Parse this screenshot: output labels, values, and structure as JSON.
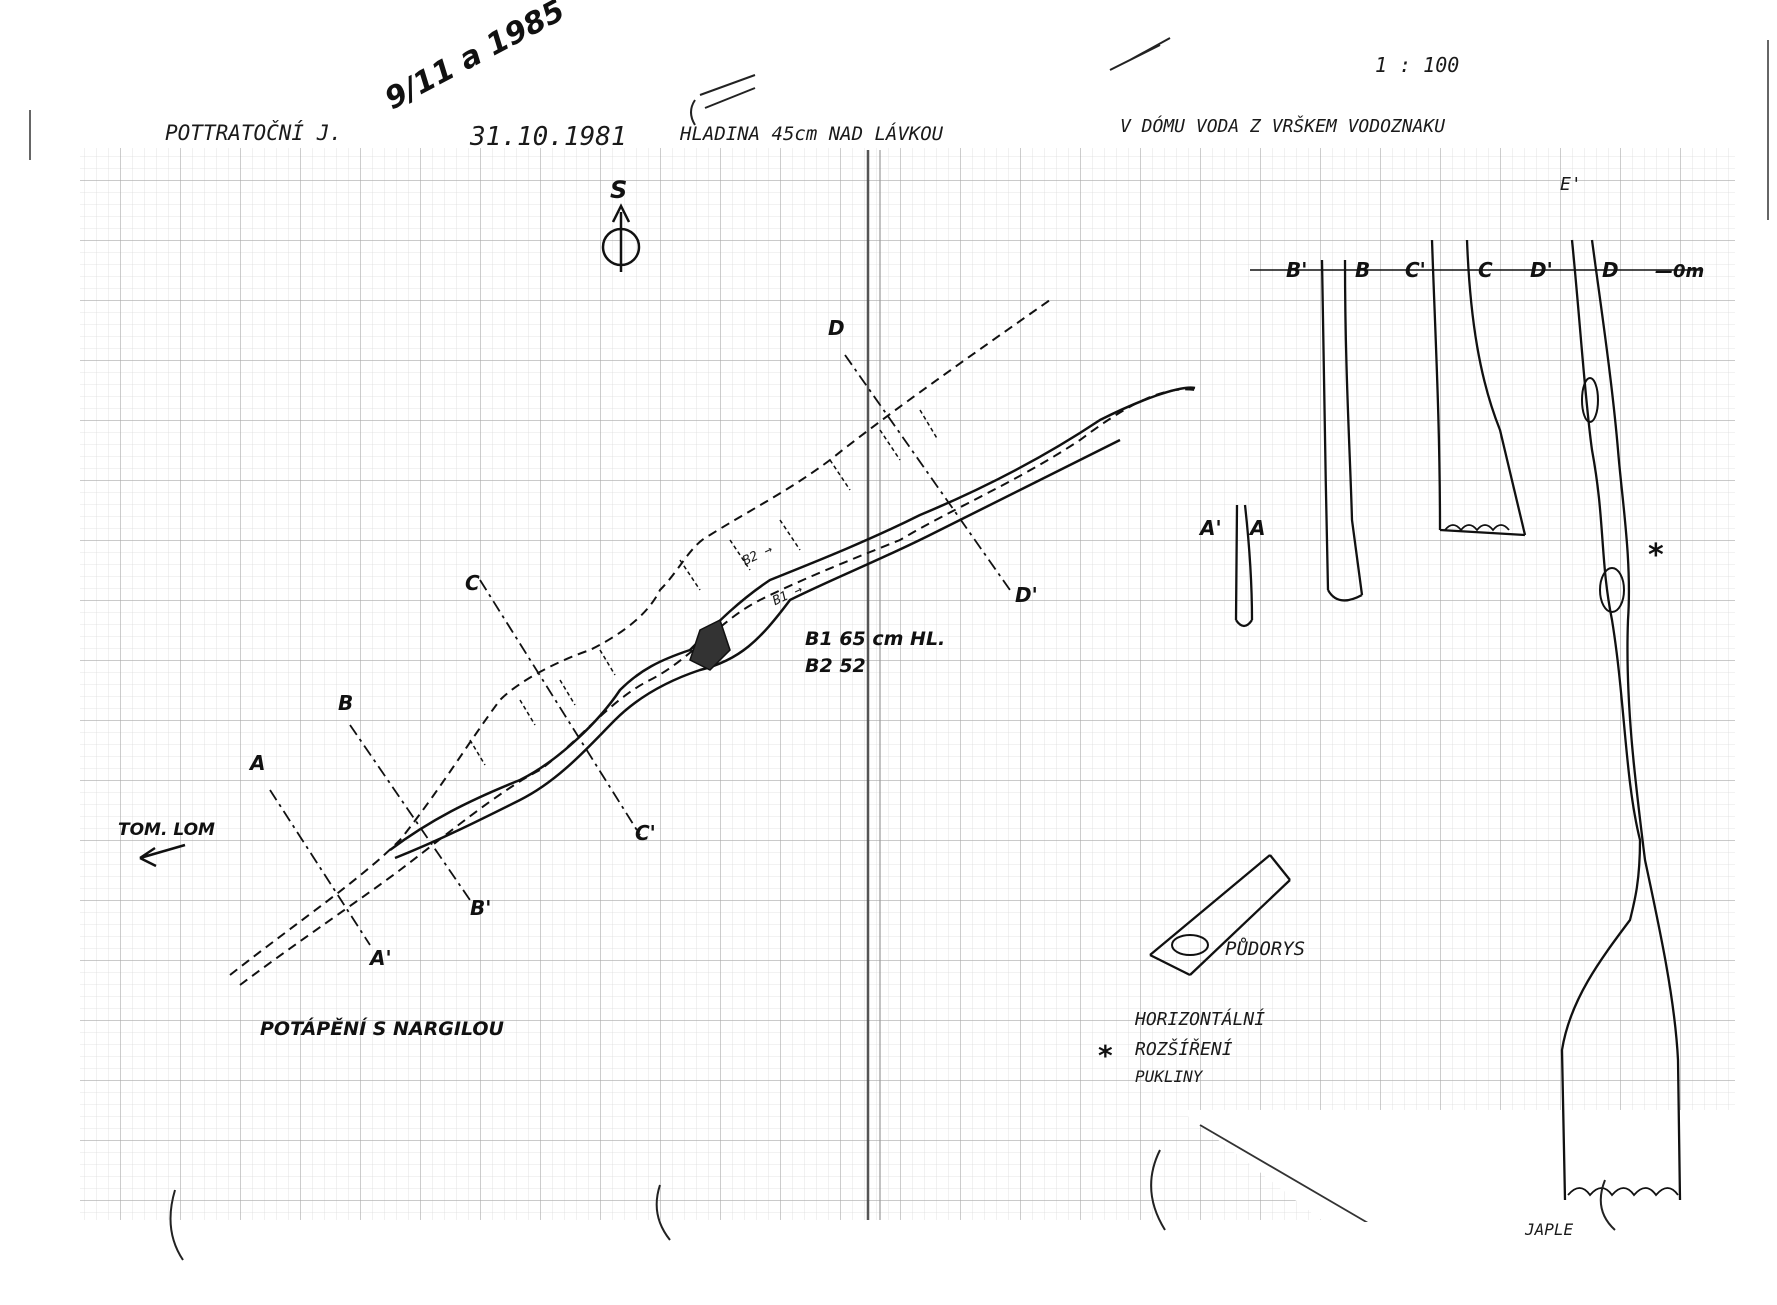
{
  "header": {
    "cave_name": "POTTRATOČNÍ J.",
    "date": "31.10.1981",
    "water_level": "HLADINA  45cm  NAD LÁVKOU",
    "water_note": "V DÓMU VODA  Z VRŠKEM VODOZNAKU",
    "scale": "1 : 100",
    "top_scribble": "9/11  a  1985"
  },
  "compass": {
    "label": "S"
  },
  "plan": {
    "direction_label": "TOM. LOM",
    "depth_line_1": "B1  65  cm HL.",
    "depth_line_2": "B2  52",
    "b_marker": "B1 →",
    "b_marker_2": "B2 →"
  },
  "sections": {
    "plan_labels": [
      "A",
      "A'",
      "B",
      "B'",
      "C",
      "C'",
      "D",
      "D'"
    ],
    "profile_labels": [
      "A'",
      "A",
      "B'",
      "B",
      "C'",
      "C",
      "D'",
      "D",
      "E'"
    ],
    "zero_label": "—0m"
  },
  "notes": {
    "dive_note": "POTÁPĚNÍ  S NARGILOU",
    "plan_view_label": "PŮDORYS",
    "asterisk_symbol": "*",
    "horizontal_note_1": "HORIZONTÁLNÍ",
    "horizontal_note_2": "ROZŠÍŘENÍ",
    "horizontal_note_3": "PUKLINY",
    "signature": "JAPLE"
  },
  "colors": {
    "ink": "#1a1a1a",
    "grid_fine": "#d9d9d9",
    "grid_major": "#a8a8a8",
    "paper": "#ffffff"
  }
}
